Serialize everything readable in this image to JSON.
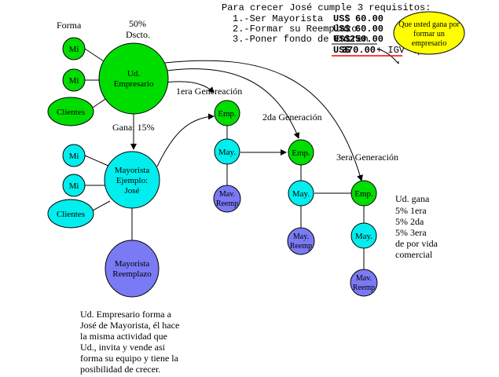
{
  "labels": {
    "forma": "Forma",
    "dscto_pct": "50%",
    "dscto": "Dscto.",
    "gana": "Gana: 15%",
    "gen1": "1era Genereación",
    "gen2": "2da Generación",
    "gen3": "3era Generación"
  },
  "nodes": {
    "mi_top1": "Mi",
    "mi_top2": "Mi",
    "clientes_top": "Clientes",
    "ud_empresario_l1": "Ud.",
    "ud_empresario_l2": "Empresario",
    "mi_left1": "Mi",
    "mi_left2": "Mi",
    "clientes_left": "Clientes",
    "mayorista_l1": "Mayorista",
    "mayorista_l2": "Ejemplo:",
    "mayorista_l3": "José",
    "mayorista_reemplazo_l1": "Mayorista",
    "mayorista_reemplazo_l2": "Reemplazo",
    "g1_emp": "Emp.",
    "g1_may": "May.",
    "g1_reemp_l1": "Mav.",
    "g1_reemp_l2": "Reemp",
    "g2_emp": "Emp.",
    "g2_may": "May.",
    "g2_reemp_l1": "May.",
    "g2_reemp_l2": "Reemp",
    "g3_emp": "Emp.",
    "g3_may": "May.",
    "g3_reemp_l1": "Mav.",
    "g3_reemp_l2": "Reemp"
  },
  "requirements": {
    "title": "Para crecer José cumple 3 requisitos:",
    "items": [
      {
        "label": "1.-Ser Mayorista",
        "currency": "US$",
        "amount": "60.00"
      },
      {
        "label": "2.-Formar su Reemplazo",
        "currency": "US$",
        "amount": "60.00"
      },
      {
        "label": "3.-Poner fondo de Entren",
        "currency": "US$",
        "amount": "250.00"
      }
    ],
    "total": {
      "currency": "US$",
      "amount": "370.00",
      "suffix": "+ IGV"
    }
  },
  "callout": {
    "line1": "Que usted gana por",
    "line2": "formar un",
    "line3": "empresario"
  },
  "earnings": {
    "lines": [
      "Ud. gana",
      "5% 1era",
      "5% 2da",
      "5% 3era",
      "de por vida",
      "comercial"
    ]
  },
  "explanation": {
    "lines": [
      "Ud. Empresario forma a",
      "José de Mayorista, él hace",
      "la misma actividad que",
      "Ud., invita y vende asi",
      "forma su equipo y tiene la",
      "posibilidad de crecer."
    ]
  },
  "colors": {
    "green": "#00dd00",
    "cyan": "#00eeee",
    "purple": "#7a7af5",
    "yellow": "#ffff00",
    "underline": "#ff0000"
  }
}
